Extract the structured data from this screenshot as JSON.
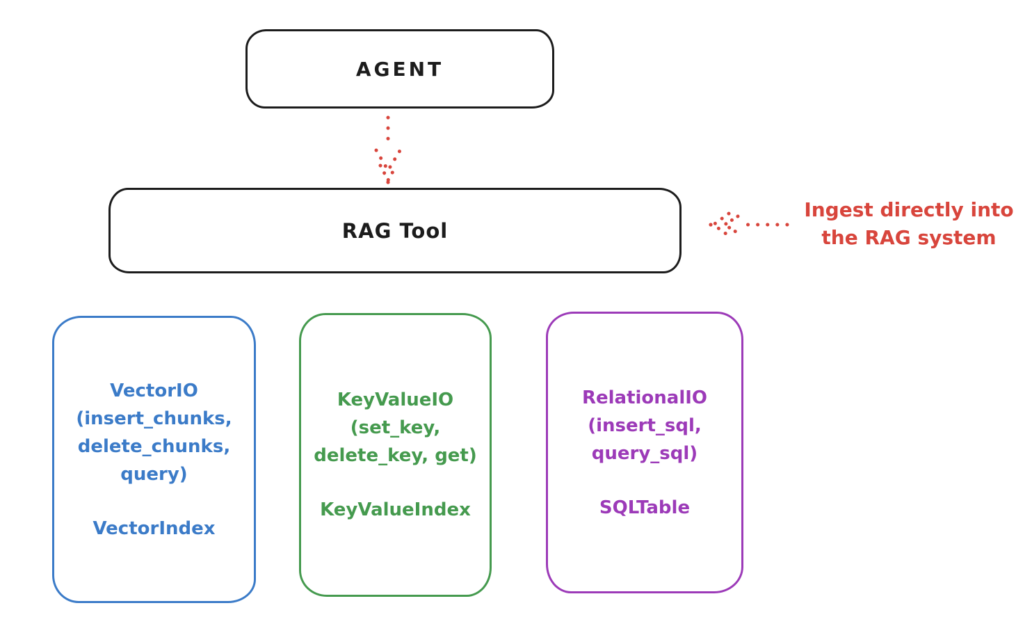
{
  "diagram": {
    "agent_box": {
      "label": "AGENT"
    },
    "rag_tool_box": {
      "label": "RAG Tool"
    },
    "annotation": {
      "line1": "Ingest directly into",
      "line2": "the RAG system"
    },
    "cards": [
      {
        "id": "vector-io",
        "color": "#3b7bc8",
        "lines": [
          "VectorIO",
          "(insert_chunks,",
          "delete_chunks,",
          "query)"
        ],
        "index_label": "VectorIndex"
      },
      {
        "id": "keyvalue-io",
        "color": "#459a4e",
        "lines": [
          "KeyValueIO",
          "(set_key,",
          "delete_key, get)"
        ],
        "index_label": "KeyValueIndex"
      },
      {
        "id": "relational-io",
        "color": "#9c3ab8",
        "lines": [
          "RelationalIO",
          "(insert_sql,",
          "query_sql)"
        ],
        "index_label": "SQLTable"
      }
    ],
    "arrows": [
      {
        "id": "agent-to-rag-tool",
        "style": "dotted",
        "color": "#d8453c",
        "direction": "down"
      },
      {
        "id": "annotation-to-rag-tool",
        "style": "dotted",
        "color": "#d8453c",
        "direction": "left"
      }
    ],
    "colors": {
      "outline_black": "#1c1c1c",
      "red": "#d8453c",
      "blue": "#3b7bc8",
      "green": "#459a4e",
      "purple": "#9c3ab8",
      "background": "#ffffff"
    }
  }
}
